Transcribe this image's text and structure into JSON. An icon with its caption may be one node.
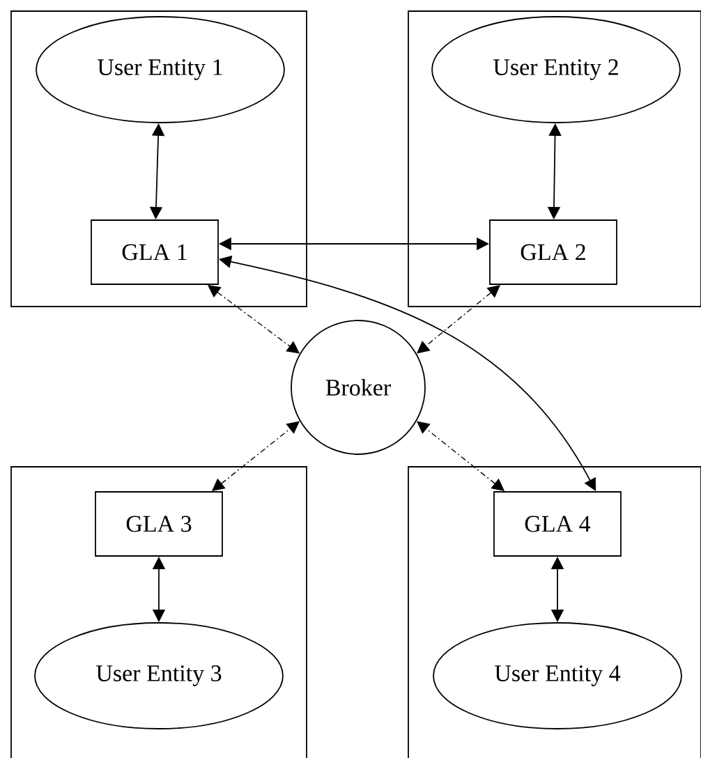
{
  "diagram": {
    "nodes": [
      {
        "text": [],
        "shape": "box"
      },
      {
        "text": [
          "User Entity 1"
        ],
        "in": 0
      },
      {
        "text": [
          "GLA 1"
        ],
        "in": 0
      },
      {
        "text": [],
        "shape": "box"
      },
      {
        "text": [
          "User Entity 2"
        ],
        "in": 3
      },
      {
        "text": [
          "GLA 2"
        ],
        "in": 3
      },
      {
        "text": [
          "Broker"
        ]
      },
      {
        "text": [],
        "shape": "box"
      },
      {
        "text": [
          "GLA 3"
        ],
        "in": 7
      },
      {
        "text": [
          "User Entity 3"
        ],
        "in": 7
      },
      {
        "text": [],
        "shape": "box"
      },
      {
        "text": [
          "GLA 4"
        ],
        "in": 10
      },
      {
        "text": [
          "User Entity 4"
        ],
        "in": 10
      }
    ],
    "edges": [
      {
        "from": 1,
        "to": 2,
        "arrow": "both"
      },
      {
        "from": 4,
        "to": 5,
        "arrow": "both"
      },
      {
        "from": 2,
        "to": 5,
        "arrow": "both"
      },
      {
        "from": 2,
        "to": 11,
        "arrow": "both"
      },
      {
        "from": 2,
        "to": 6,
        "arrow": "both",
        "style": "dashed"
      },
      {
        "from": 5,
        "to": 6,
        "arrow": "both",
        "style": "dashed"
      },
      {
        "from": 8,
        "to": 6,
        "arrow": "both",
        "style": "dashed"
      },
      {
        "from": 11,
        "to": 6,
        "arrow": "both",
        "style": "dashed"
      },
      {
        "from": 8,
        "to": 9,
        "arrow": "both"
      },
      {
        "from": 11,
        "to": 12,
        "arrow": "both"
      }
    ]
  }
}
